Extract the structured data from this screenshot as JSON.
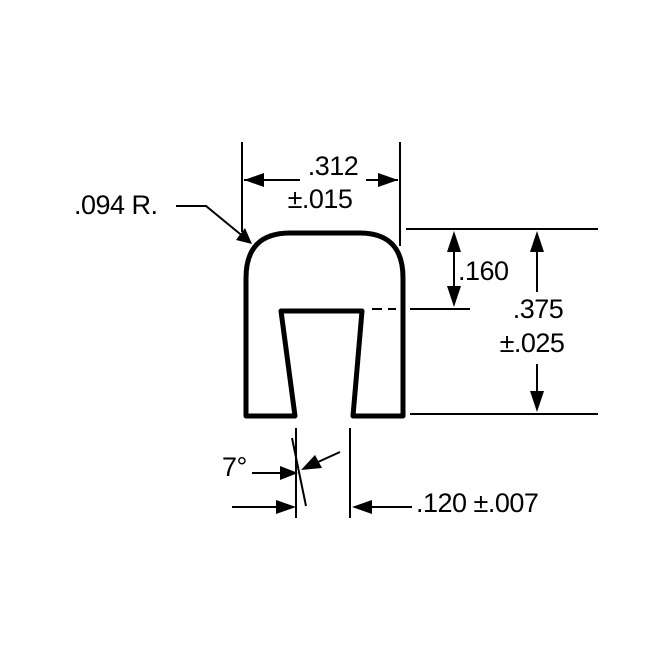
{
  "drawing": {
    "radius_label": ".094 R.",
    "width_value": ".312",
    "width_tolerance": "±.015",
    "inner_height_value": ".160",
    "height_value": ".375",
    "height_tolerance": "±.025",
    "angle_label": "7°",
    "gap_label": ".120 ±.007"
  }
}
